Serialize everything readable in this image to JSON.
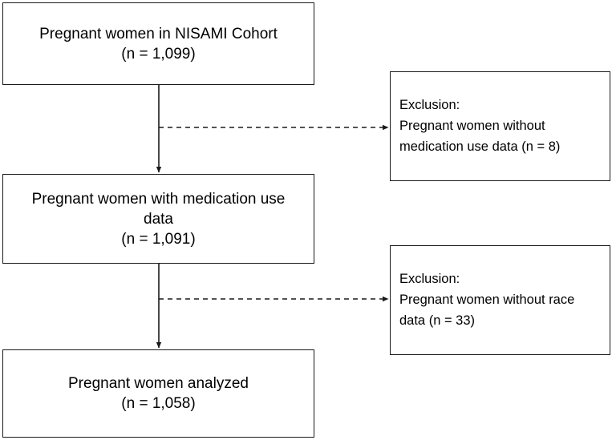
{
  "boxes": {
    "cohort": {
      "title": "Pregnant women in NISAMI Cohort",
      "count": "(n = 1,099)"
    },
    "medication": {
      "title_line1": "Pregnant women with medication use",
      "title_line2": "data",
      "count": "(n = 1,091)"
    },
    "analyzed": {
      "title": "Pregnant women analyzed",
      "count": "(n = 1,058)"
    }
  },
  "exclusions": [
    {
      "heading": "Exclusion:",
      "line1": "Pregnant women without",
      "line2": "medication use data (n = 8)"
    },
    {
      "heading": "Exclusion:",
      "line1": "Pregnant women without race",
      "line2": "data (n = 33)"
    }
  ],
  "colors": {
    "stroke": "#1a1a1a",
    "background": "#ffffff"
  }
}
